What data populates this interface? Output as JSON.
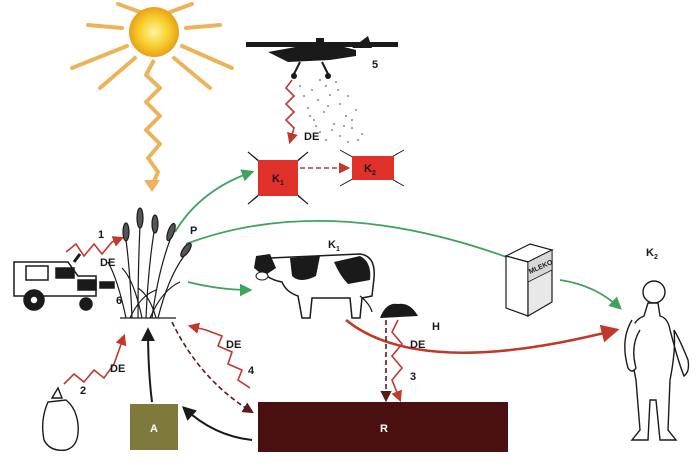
{
  "labels": {
    "energy": "DE",
    "producer": "P",
    "consumer1": "K",
    "consumer1_sub": "1",
    "consumer2": "K",
    "consumer2_sub": "2",
    "consumer1_cow": "K",
    "consumer1_cow_sub": "1",
    "consumer_human": "K",
    "consumer_human_sub": "2",
    "humus": "H",
    "reducers": "R",
    "abiotic": "A",
    "milk_carton": "MLEKO",
    "num1": "1",
    "num2": "2",
    "num3": "3",
    "num4": "4",
    "num5": "5",
    "num6": "6"
  },
  "colors": {
    "sun": "#f4c21c",
    "sun_ray": "#e8b44a",
    "insect_box": "#e0302a",
    "reducer_box": "#4a0f0f",
    "abiotic_box": "#7d7a3c",
    "green_arrow": "#3fa35e",
    "red_arrow": "#c0392b",
    "black_arrow": "#1a1a1a"
  }
}
